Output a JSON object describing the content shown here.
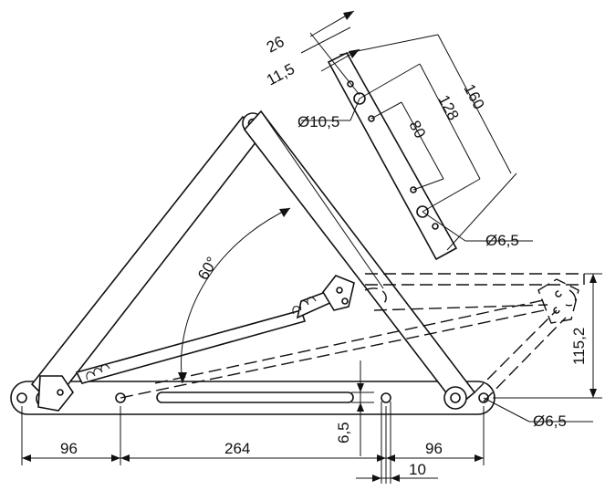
{
  "dimensions": {
    "d26": "26",
    "d11_5": "11,5",
    "d10_5": "Ø10,5",
    "d160": "160",
    "d128": "128",
    "d80": "80",
    "d6_5_top": "Ø6,5",
    "angle": "60°",
    "d115_2": "115,2",
    "d6_5_bottom": "Ø6,5",
    "d96_left": "96",
    "d264": "264",
    "d96_right": "96",
    "d6_5_slot": "6,5",
    "d10": "10"
  }
}
